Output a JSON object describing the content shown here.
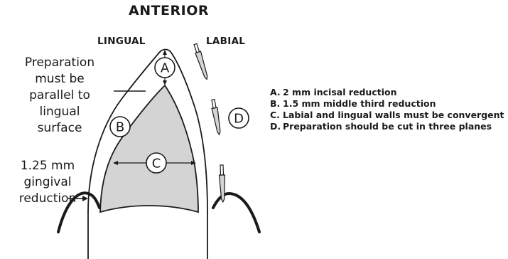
{
  "title": "ANTERIOR",
  "side_labels": {
    "lingual": "LINGUAL",
    "labial": "LABIAL"
  },
  "notes": {
    "preparation": [
      "Preparation",
      "must be",
      "parallel to",
      "lingual",
      "surface"
    ],
    "gingival": [
      "1.25 mm",
      "gingival",
      "reduction"
    ]
  },
  "markers": {
    "a": "A",
    "b": "B",
    "c": "C",
    "d": "D"
  },
  "legend": [
    {
      "letter": "A.",
      "text": "2 mm incisal reduction"
    },
    {
      "letter": "B.",
      "text": "1.5 mm middle third reduction"
    },
    {
      "letter": "C.",
      "text": "Labial and lingual walls must be convergent"
    },
    {
      "letter": "D.",
      "text": "Preparation should be cut in three planes"
    }
  ],
  "colors": {
    "preparation_fill": "#d4d4d4",
    "outline": "#1a1a1a"
  }
}
